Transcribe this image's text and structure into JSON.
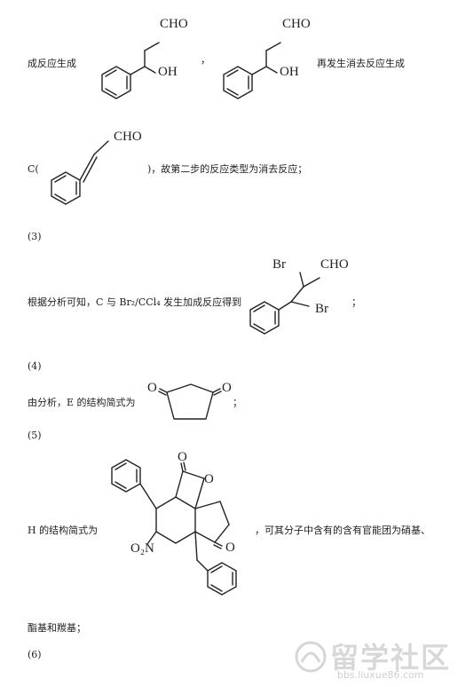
{
  "lines": {
    "line1_left": "成反应生成",
    "line1_comma": "，",
    "line1_right": "再发生消去反应生成",
    "line2_prefix": "C(",
    "line2_suffix": ")，故第二步的反应类型为消去反应；",
    "sec3": "(3)",
    "line3_text": "根据分析可知，C 与 Br₂/CCl₄ 发生加成反应得到",
    "line3_end": "；",
    "sec4": "(4)",
    "line4_text": "由分析，E 的结构简式为",
    "line4_end": "；",
    "sec5": "(5)",
    "line5_left": "H 的结构简式为",
    "line5_right": "，可其分子中含有的含有官能团为硝基、",
    "line6": "酯基和羰基；",
    "sec6": "(6)"
  },
  "labels": {
    "cho": "CHO",
    "oh": "OH",
    "br": "Br",
    "o": "O",
    "no2": "O₂N"
  },
  "watermark": {
    "big": "留学社区",
    "small": "bbs.liuxue86.com"
  }
}
